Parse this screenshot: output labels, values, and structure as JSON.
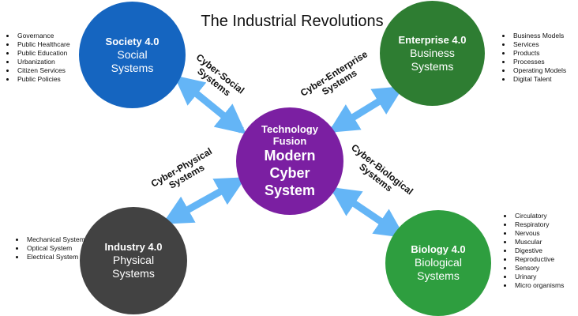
{
  "title": "The Industrial Revolutions",
  "colors": {
    "society": "#1565c0",
    "enterprise": "#2e7d32",
    "industry": "#424242",
    "biology": "#2e9e3f",
    "center": "#7b1fa2",
    "arrow": "#64b5f6"
  },
  "center": {
    "line1": "Technology",
    "line2": "Fusion",
    "line3": "Modern",
    "line4": "Cyber",
    "line5": "System"
  },
  "nodes": {
    "society": {
      "title": "Society 4.0",
      "line1": "Social",
      "line2": "Systems"
    },
    "enterprise": {
      "title": "Enterprise 4.0",
      "line1": "Business",
      "line2": "Systems"
    },
    "industry": {
      "title": "Industry 4.0",
      "line1": "Physical",
      "line2": "Systems"
    },
    "biology": {
      "title": "Biology 4.0",
      "line1": "Biological",
      "line2": "Systems"
    }
  },
  "links": {
    "cyber_social": {
      "line1": "Cyber-Social",
      "line2": "Systems"
    },
    "cyber_enterprise": {
      "line1": "Cyber-Enterprise",
      "line2": "Systems"
    },
    "cyber_physical": {
      "line1": "Cyber-Physical",
      "line2": "Systems"
    },
    "cyber_biological": {
      "line1": "Cyber-Biological",
      "line2": "Systems"
    }
  },
  "lists": {
    "society": [
      "Governance",
      "Public Healthcare",
      "Public Education",
      "Urbanization",
      "Citizen Services",
      "Public Policies"
    ],
    "enterprise": [
      "Business Models",
      "Services",
      "Products",
      "Processes",
      "Operating Models",
      "Digital Talent"
    ],
    "industry": [
      "Mechanical System",
      "Optical System",
      "Electrical System"
    ],
    "biology": [
      "Circulatory",
      "Respiratory",
      "Nervous",
      "Muscular",
      "Digestive",
      "Reproductive",
      "Sensory",
      "Urinary",
      "Micro organisms"
    ]
  }
}
